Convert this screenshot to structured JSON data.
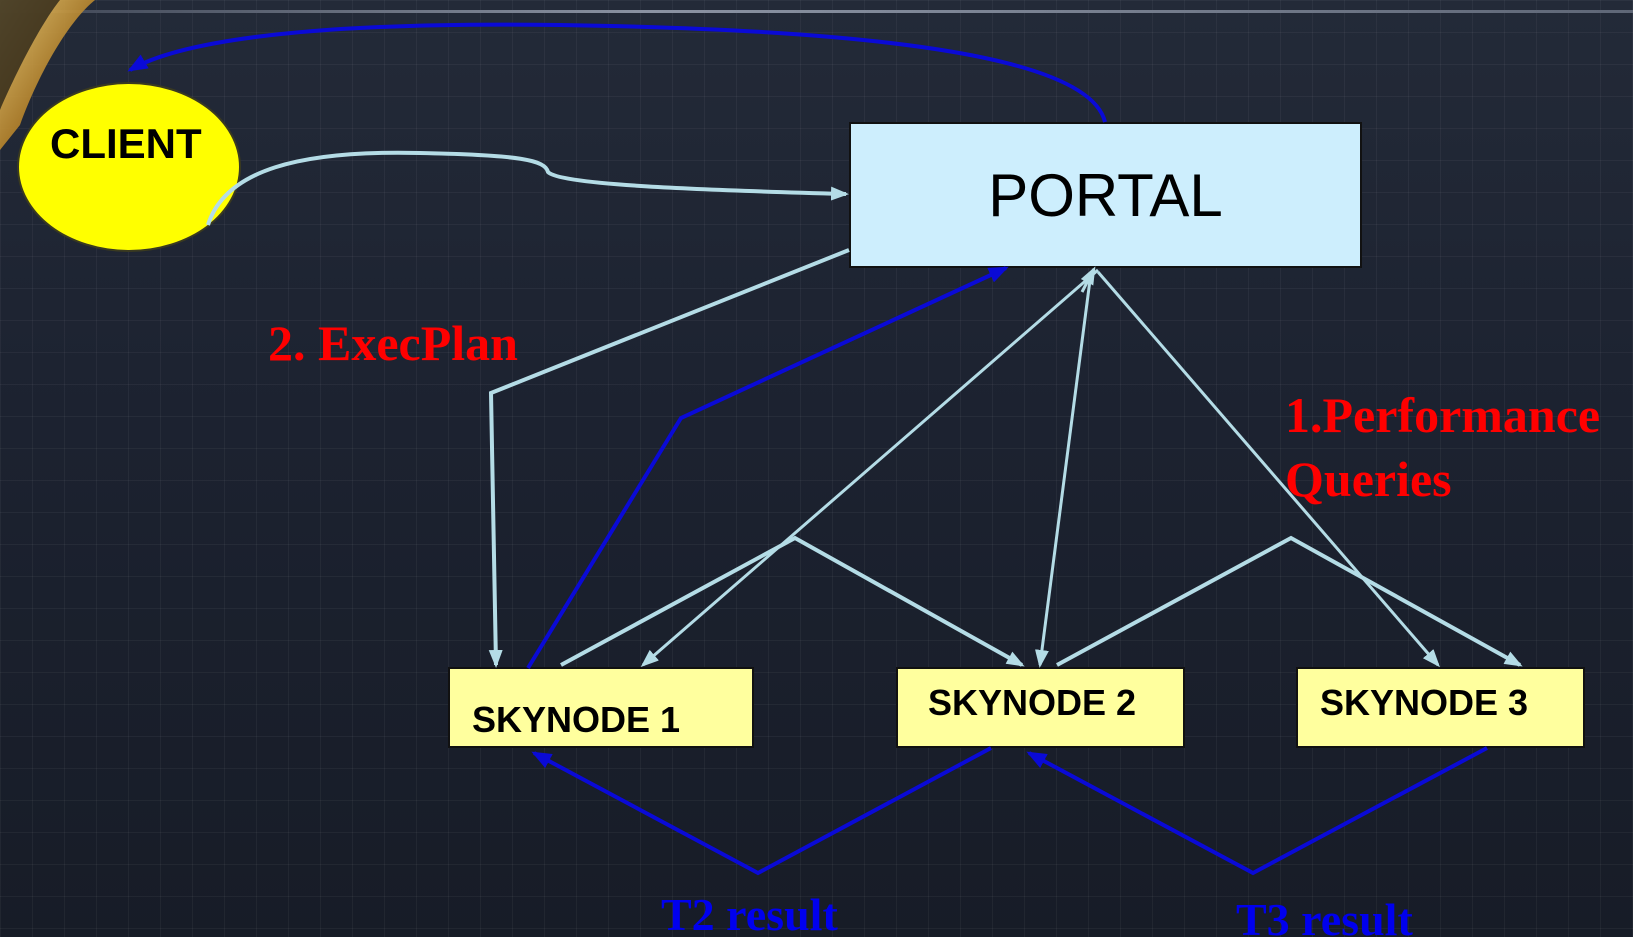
{
  "nodes": {
    "client": "CLIENT",
    "portal": "PORTAL",
    "skynode1": "SKYNODE 1",
    "skynode2": "SKYNODE 2",
    "skynode3": "SKYNODE 3"
  },
  "labels": {
    "execplan": "2. ExecPlan",
    "performance_line1": "1.Performance",
    "performance_line2": "Queries",
    "t2_result": "T2 result",
    "t3_result": "T3 result"
  },
  "colors": {
    "background": "#1d2330",
    "client_fill": "#ffff00",
    "portal_fill": "#cdeefd",
    "skynode_fill": "#ffff9e",
    "light_arrow": "#b4dce6",
    "blue_arrow": "#0a0ad6",
    "step_label": "#ff0000",
    "result_label": "#0000ee"
  }
}
